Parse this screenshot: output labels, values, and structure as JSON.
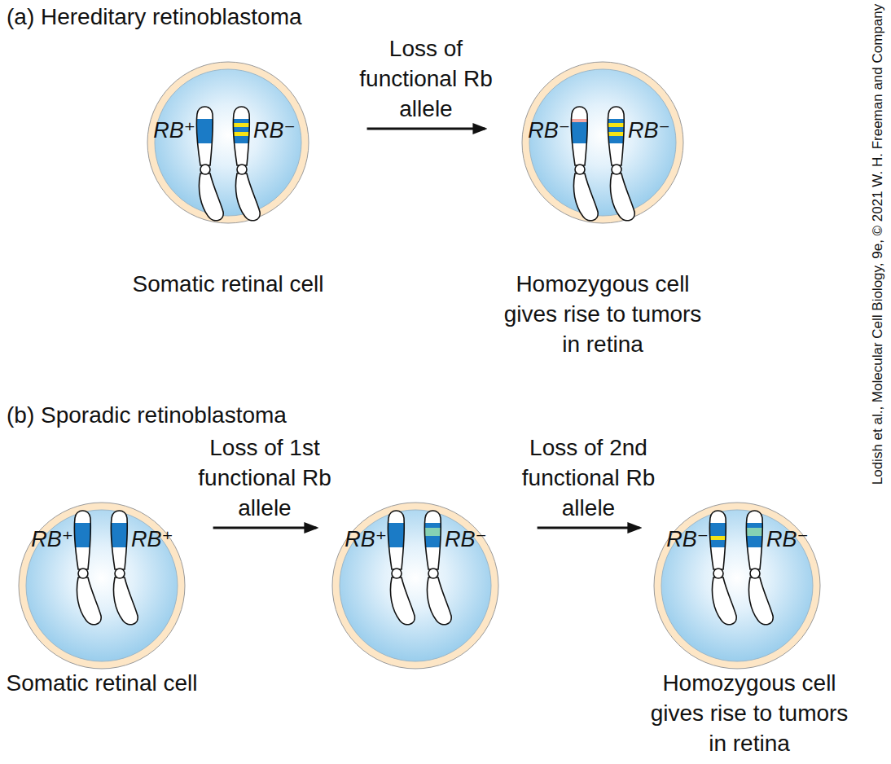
{
  "diagram": {
    "nodes": [
      {
        "text": [
          "RB⁺",
          "RB⁻",
          "Somatic retinal cell"
        ]
      },
      {
        "text": [
          "RB⁻",
          "RB⁻",
          "Homozygous cell gives rise to tumors in retina"
        ]
      },
      {
        "text": [
          "RB⁺",
          "RB⁺",
          "Somatic retinal cell"
        ]
      },
      {
        "text": [
          "RB⁺",
          "RB⁻"
        ]
      },
      {
        "text": [
          "RB⁻",
          "RB⁻",
          "Homozygous cell gives rise to tumors in retina"
        ]
      }
    ],
    "edges": [
      {
        "from": 0,
        "to": 1,
        "arrow": "to",
        "label": "Loss of functional Rb allele"
      },
      {
        "from": 2,
        "to": 3,
        "arrow": "to",
        "label": "Loss of 1st functional Rb allele"
      },
      {
        "from": 3,
        "to": 4,
        "arrow": "to",
        "label": "Loss of 2nd functional Rb allele"
      }
    ],
    "labels": [
      "(a) Hereditary retinoblastoma",
      "(b) Sporadic retinoblastoma",
      "Lodish et al., Molecular Cell Biology, 9e, © 2021 W. H. Freeman and Company"
    ]
  }
}
